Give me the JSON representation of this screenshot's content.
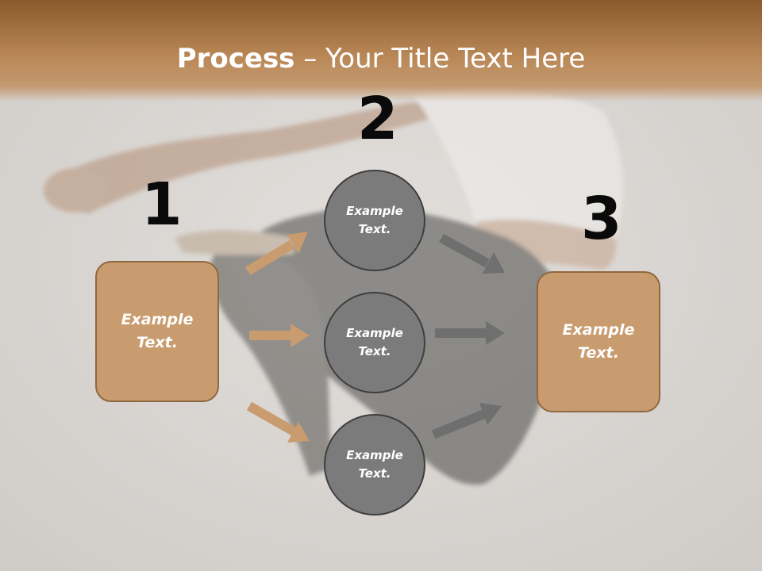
{
  "title": {
    "bold": "Process",
    "rest": " – Your Title Text Here"
  },
  "steps": [
    {
      "number": "1",
      "text": "Example\nText."
    },
    {
      "number": "2",
      "items": [
        "Example\nText.",
        "Example\nText.",
        "Example\nText."
      ]
    },
    {
      "number": "3",
      "text": "Example\nText."
    }
  ],
  "colors": {
    "header": "#b98756",
    "box": "#c89c6e",
    "box_border": "#8f6740",
    "circle": "#7b7b7b",
    "arrow_tan": "#c89c6e",
    "arrow_gray": "#6f6f6f"
  }
}
